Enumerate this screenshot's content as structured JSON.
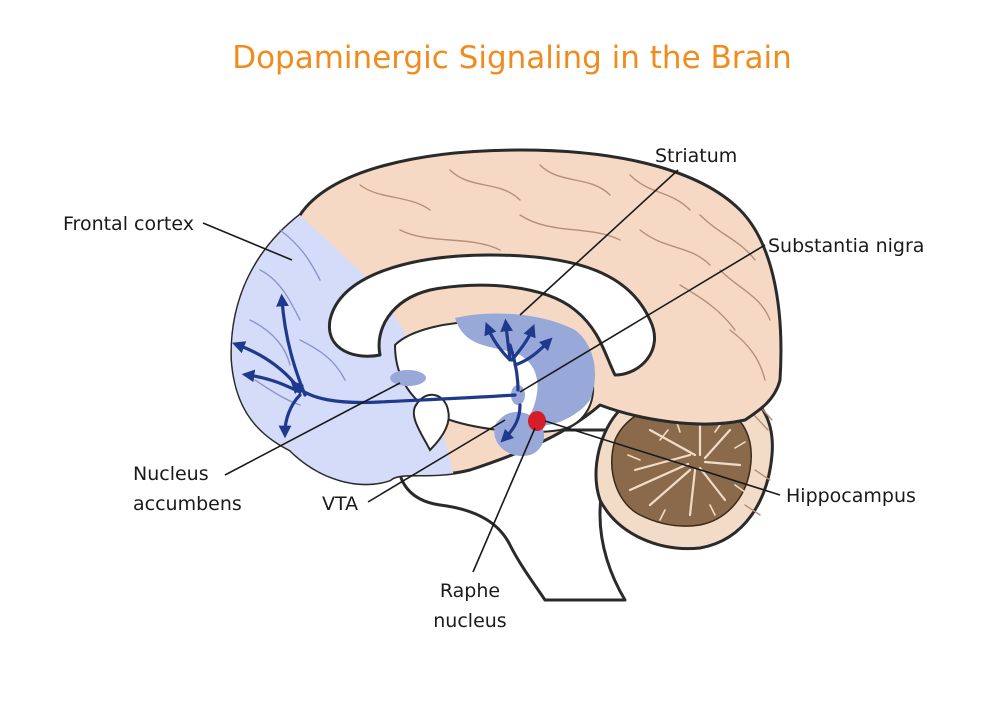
{
  "title": "Dopaminergic Signaling in the Brain",
  "colors": {
    "title": "#f08c1e",
    "cortex": "#f5d9c4",
    "frontal_region": "#d4dcfa",
    "striatum": "#97a8d9",
    "pathway": "#1f3a8c",
    "raphe": "#d61e28",
    "cerebellum": "#8a6a4a",
    "outline": "#2a2a2a"
  },
  "labels": {
    "frontal_cortex": "Frontal cortex",
    "striatum": "Striatum",
    "substantia_nigra": "Substantia nigra",
    "nucleus_accumbens_1": "Nucleus",
    "nucleus_accumbens_2": "accumbens",
    "vta": "VTA",
    "hippocampus": "Hippocampus",
    "raphe_1": "Raphe",
    "raphe_2": "nucleus"
  }
}
